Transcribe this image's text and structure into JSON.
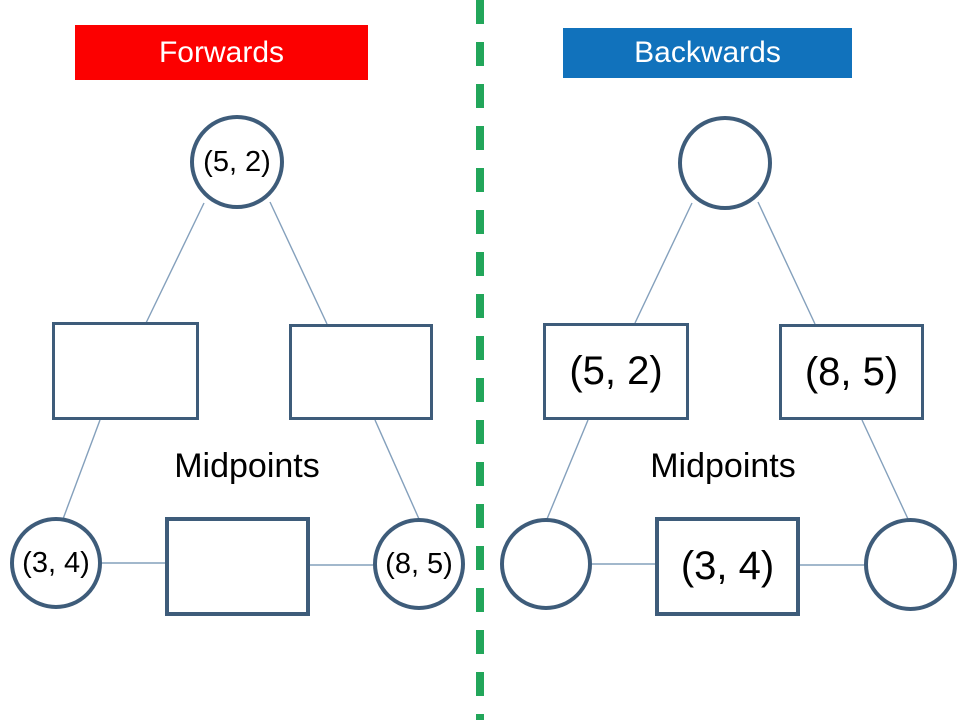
{
  "colors": {
    "shape_border": "#3E5C7A",
    "connector": "#84A0BC",
    "forwards_bg": "#FC0000",
    "backwards_bg": "#1172BC",
    "header_text": "#FFFFFF",
    "text": "#000000",
    "divider": "#22A65A",
    "canvas_bg": "#FFFFFF"
  },
  "forwards": {
    "header": "Forwards",
    "top_circle": "(5, 2)",
    "left_box": "",
    "right_box": "",
    "midpoints_label": "Midpoints",
    "bottom_left_circle": "(3, 4)",
    "bottom_box": "",
    "bottom_right_circle": "(8, 5)"
  },
  "backwards": {
    "header": "Backwards",
    "top_circle": "",
    "left_box": "(5, 2)",
    "right_box": "(8, 5)",
    "midpoints_label": "Midpoints",
    "bottom_left_circle": "",
    "bottom_box": "(3, 4)",
    "bottom_right_circle": ""
  }
}
